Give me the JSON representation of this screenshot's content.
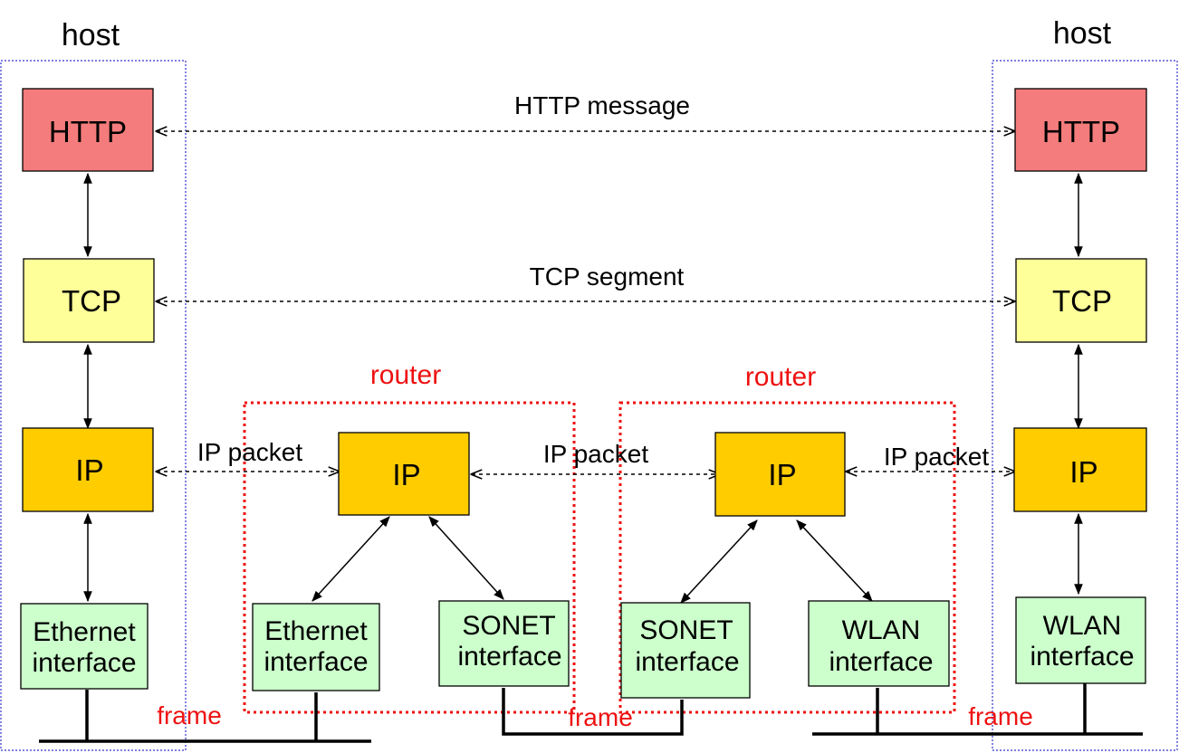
{
  "labels": {
    "host_left": "host",
    "host_right": "host",
    "router_left": "router",
    "router_right": "router",
    "http_message": "HTTP message",
    "tcp_segment": "TCP segment",
    "ip_packet_1": "IP packet",
    "ip_packet_2": "IP packet",
    "ip_packet_3": "IP packet",
    "frame_1": "frame",
    "frame_2": "frame",
    "frame_3": "frame"
  },
  "boxes": {
    "left_http": "HTTP",
    "left_tcp": "TCP",
    "left_ip": "IP",
    "left_if_1": "Ethernet",
    "left_if_2": "interface",
    "r1_ip": "IP",
    "r1_eth_1": "Ethernet",
    "r1_eth_2": "interface",
    "r1_sonet_1": "SONET",
    "r1_sonet_2": "interface",
    "r2_ip": "IP",
    "r2_sonet_1": "SONET",
    "r2_sonet_2": "interface",
    "r2_wlan_1": "WLAN",
    "r2_wlan_2": "interface",
    "right_http": "HTTP",
    "right_tcp": "TCP",
    "right_ip": "IP",
    "right_if_1": "WLAN",
    "right_if_2": "interface"
  },
  "colors": {
    "http_fill": "#f47c7c",
    "tcp_fill": "#ffff99",
    "ip_fill": "#ffcc00",
    "if_fill": "#ccffcc",
    "host_border": "#3333cc",
    "router_border": "#ee1111",
    "label_red": "#ee1111"
  }
}
